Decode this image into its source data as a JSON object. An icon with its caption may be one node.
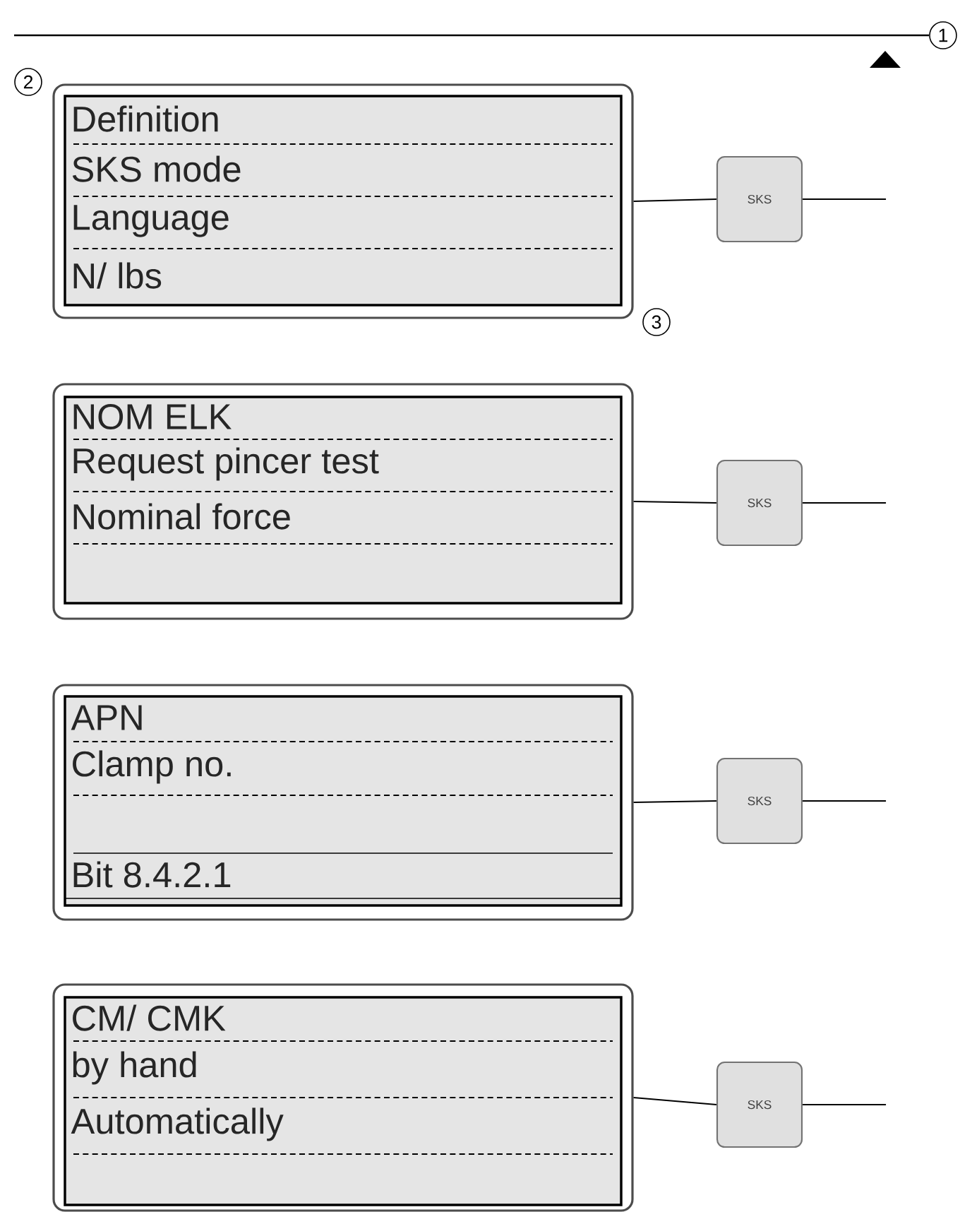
{
  "diagram": {
    "nodes": [
      {
        "text": [
          "Definition",
          "SKS mode",
          "Language",
          "N/ lbs"
        ]
      },
      {
        "text": [
          "SKS"
        ]
      },
      {
        "text": [
          "NOM ELK",
          "Request pincer test",
          "Nominal force"
        ]
      },
      {
        "text": [
          "SKS"
        ]
      },
      {
        "text": [
          "APN",
          "Clamp no.",
          "Bit 8.4.2.1"
        ]
      },
      {
        "text": [
          "SKS"
        ]
      },
      {
        "text": [
          "CM/ CMK",
          "by hand",
          "Automatically"
        ]
      },
      {
        "text": [
          "SKS"
        ]
      }
    ],
    "edges": [
      {
        "from": 0,
        "to": 1,
        "arrow": "none"
      },
      {
        "from": 1,
        "to": null,
        "arrow": "none"
      },
      {
        "from": 2,
        "to": 3,
        "arrow": "none"
      },
      {
        "from": 3,
        "to": null,
        "arrow": "none"
      },
      {
        "from": 4,
        "to": 5,
        "arrow": "none"
      },
      {
        "from": 5,
        "to": null,
        "arrow": "none"
      },
      {
        "from": 6,
        "to": 7,
        "arrow": "none"
      },
      {
        "from": 7,
        "to": null,
        "arrow": "none"
      }
    ],
    "labels": [
      "1",
      "2",
      "3"
    ]
  }
}
